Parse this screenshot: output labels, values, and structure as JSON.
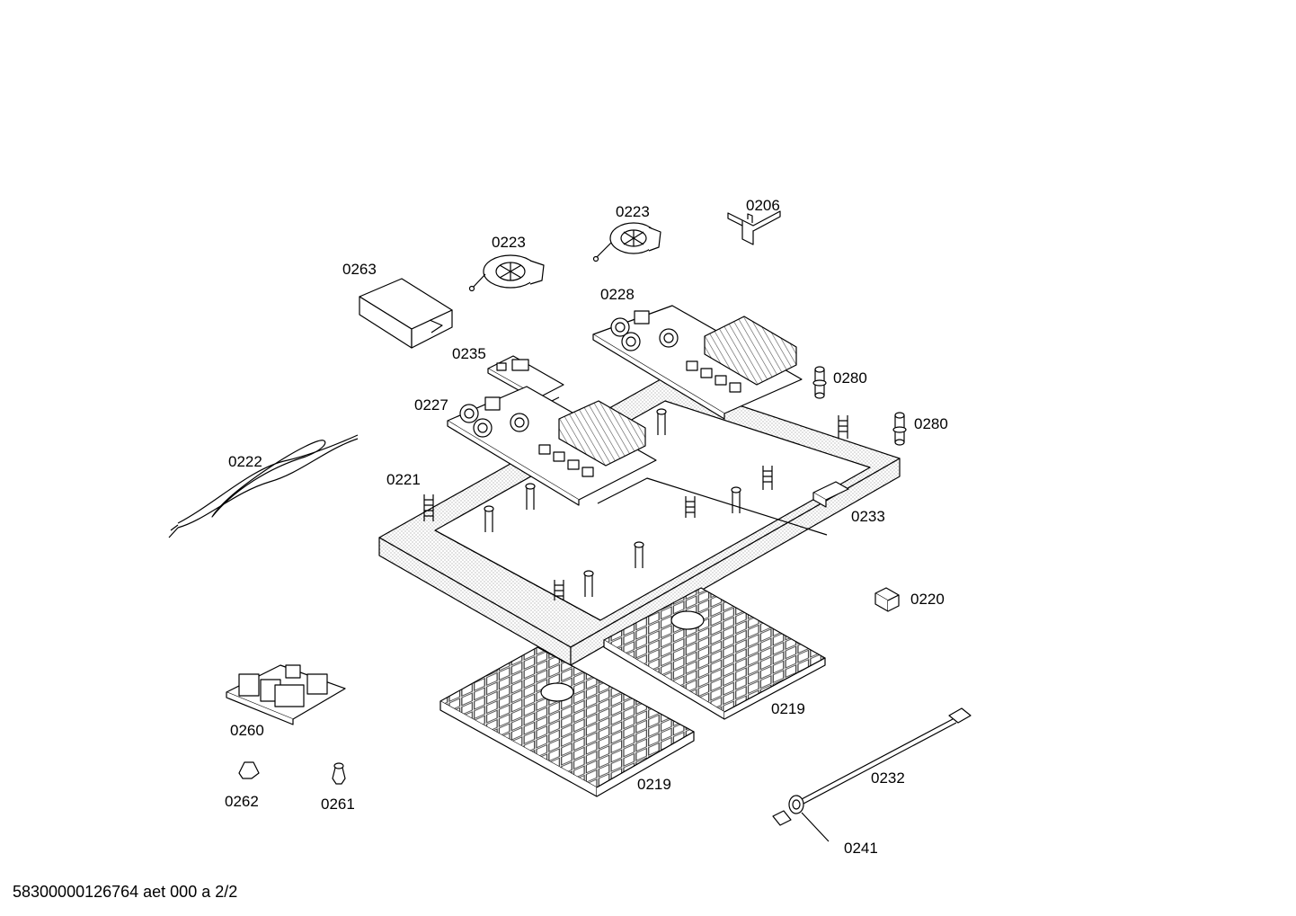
{
  "diagram": {
    "labels": {
      "p0263": "0263",
      "p0223a": "0223",
      "p0223b": "0223",
      "p0206": "0206",
      "p0228": "0228",
      "p0235": "0235",
      "p0280a": "0280",
      "p0280b": "0280",
      "p0227": "0227",
      "p0222": "0222",
      "p0221": "0221",
      "p0233": "0233",
      "p0220": "0220",
      "p0219a": "0219",
      "p0219b": "0219",
      "p0260": "0260",
      "p0262": "0262",
      "p0261": "0261",
      "p0232": "0232",
      "p0241": "0241"
    },
    "footer": "58300000126764 aet 000 a 2/2"
  }
}
